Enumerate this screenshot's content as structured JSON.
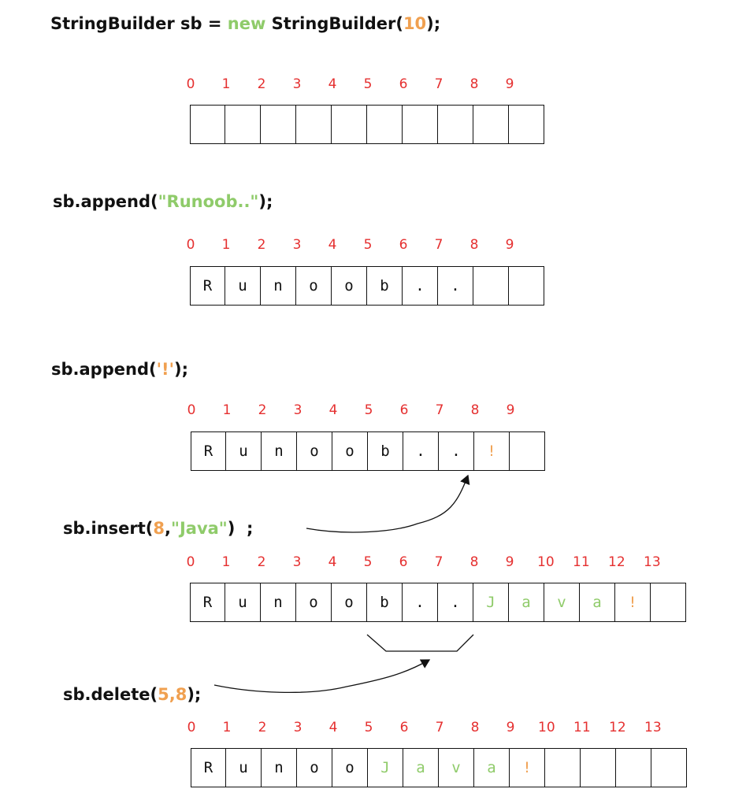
{
  "statements": [
    {
      "id": "s0",
      "parts": [
        {
          "t": "StringBuilder sb = ",
          "c": ""
        },
        {
          "t": "new",
          "c": "kw"
        },
        {
          "t": " StringBuilder(",
          "c": ""
        },
        {
          "t": "10",
          "c": "num"
        },
        {
          "t": ");",
          "c": ""
        }
      ]
    },
    {
      "id": "s1",
      "parts": [
        {
          "t": "sb.append(",
          "c": ""
        },
        {
          "t": "\"Runoob..\"",
          "c": "str"
        },
        {
          "t": ");",
          "c": ""
        }
      ]
    },
    {
      "id": "s2",
      "parts": [
        {
          "t": "sb.append(",
          "c": ""
        },
        {
          "t": "'!'",
          "c": "num"
        },
        {
          "t": ");",
          "c": ""
        }
      ]
    },
    {
      "id": "s3",
      "parts": [
        {
          "t": "sb.insert(",
          "c": ""
        },
        {
          "t": "8",
          "c": "num"
        },
        {
          "t": ",",
          "c": ""
        },
        {
          "t": "\"Java\"",
          "c": "str"
        },
        {
          "t": ")  ;",
          "c": ""
        }
      ]
    },
    {
      "id": "s4",
      "parts": [
        {
          "t": "sb.delete(",
          "c": ""
        },
        {
          "t": "5,8",
          "c": "num"
        },
        {
          "t": ");",
          "c": ""
        }
      ]
    }
  ],
  "buffers": [
    {
      "id": "b0",
      "indices": [
        "0",
        "1",
        "2",
        "3",
        "4",
        "5",
        "6",
        "7",
        "8",
        "9"
      ],
      "cells": [
        {
          "v": ""
        },
        {
          "v": ""
        },
        {
          "v": ""
        },
        {
          "v": ""
        },
        {
          "v": ""
        },
        {
          "v": ""
        },
        {
          "v": ""
        },
        {
          "v": ""
        },
        {
          "v": ""
        },
        {
          "v": ""
        }
      ]
    },
    {
      "id": "b1",
      "indices": [
        "0",
        "1",
        "2",
        "3",
        "4",
        "5",
        "6",
        "7",
        "8",
        "9"
      ],
      "cells": [
        {
          "v": "R"
        },
        {
          "v": "u"
        },
        {
          "v": "n"
        },
        {
          "v": "o"
        },
        {
          "v": "o"
        },
        {
          "v": "b"
        },
        {
          "v": "."
        },
        {
          "v": "."
        },
        {
          "v": ""
        },
        {
          "v": ""
        }
      ]
    },
    {
      "id": "b2",
      "indices": [
        "0",
        "1",
        "2",
        "3",
        "4",
        "5",
        "6",
        "7",
        "8",
        "9"
      ],
      "cells": [
        {
          "v": "R"
        },
        {
          "v": "u"
        },
        {
          "v": "n"
        },
        {
          "v": "o"
        },
        {
          "v": "o"
        },
        {
          "v": "b"
        },
        {
          "v": "."
        },
        {
          "v": "."
        },
        {
          "v": "!",
          "c": "orange"
        },
        {
          "v": ""
        }
      ]
    },
    {
      "id": "b3",
      "indices": [
        "0",
        "1",
        "2",
        "3",
        "4",
        "5",
        "6",
        "7",
        "8",
        "9",
        "10",
        "11",
        "12",
        "13"
      ],
      "cells": [
        {
          "v": "R"
        },
        {
          "v": "u"
        },
        {
          "v": "n"
        },
        {
          "v": "o"
        },
        {
          "v": "o"
        },
        {
          "v": "b"
        },
        {
          "v": "."
        },
        {
          "v": "."
        },
        {
          "v": "J",
          "c": "green"
        },
        {
          "v": "a",
          "c": "green"
        },
        {
          "v": "v",
          "c": "green"
        },
        {
          "v": "a",
          "c": "green"
        },
        {
          "v": "!",
          "c": "orange"
        },
        {
          "v": ""
        }
      ]
    },
    {
      "id": "b4",
      "indices": [
        "0",
        "1",
        "2",
        "3",
        "4",
        "5",
        "6",
        "7",
        "8",
        "9",
        "10",
        "11",
        "12",
        "13"
      ],
      "cells": [
        {
          "v": "R"
        },
        {
          "v": "u"
        },
        {
          "v": "n"
        },
        {
          "v": "o"
        },
        {
          "v": "o"
        },
        {
          "v": "J",
          "c": "green"
        },
        {
          "v": "a",
          "c": "green"
        },
        {
          "v": "v",
          "c": "green"
        },
        {
          "v": "a",
          "c": "green"
        },
        {
          "v": "!",
          "c": "orange"
        },
        {
          "v": ""
        },
        {
          "v": ""
        },
        {
          "v": ""
        },
        {
          "v": ""
        }
      ]
    }
  ]
}
